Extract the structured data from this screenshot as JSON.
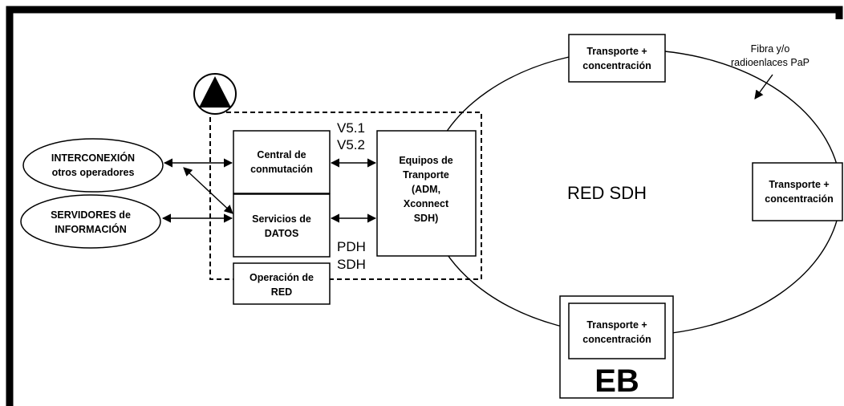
{
  "nodes": {
    "interconexion": [
      "INTERCONEXIÓN",
      "otros operadores"
    ],
    "servidores": [
      "SERVIDORES de",
      "INFORMACIÓN"
    ],
    "central": [
      "Central de",
      "conmutación"
    ],
    "servicios": [
      "Servicios de",
      "DATOS"
    ],
    "operacion": [
      "Operación de",
      "RED"
    ],
    "equipos": [
      "Equipos de",
      "Tranporte",
      "(ADM,",
      "Xconnect",
      "SDH)"
    ],
    "transporte_top": [
      "Transporte +",
      "concentración"
    ],
    "transporte_right": [
      "Transporte +",
      "concentración"
    ],
    "transporte_bottom": [
      "Transporte +",
      "concentración"
    ],
    "eb": "EB"
  },
  "links": {
    "v51": "V5.1",
    "v52": "V5.2",
    "pdh": "PDH",
    "sdh": "SDH"
  },
  "ring_label": "RED SDH",
  "fiber_note": [
    "Fibra y/o",
    "radioenlaces PaP"
  ]
}
